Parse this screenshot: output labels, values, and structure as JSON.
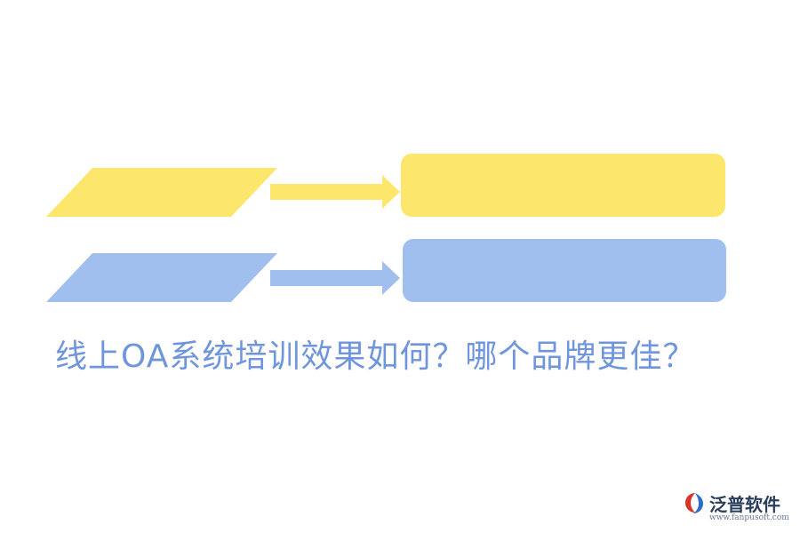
{
  "headline": "线上OA系统培训效果如何？哪个品牌更佳？",
  "colors": {
    "yellow": "#fce76c",
    "blue": "#a1bfee",
    "headline": "#6f95dd"
  },
  "diagram": {
    "rows": [
      {
        "color_key": "yellow",
        "label": "",
        "result": ""
      },
      {
        "color_key": "blue",
        "label": "",
        "result": ""
      }
    ]
  },
  "watermark": {
    "name": "泛普软件",
    "url": "www.fanpusoft.com",
    "icon": "fanpu-logo-icon"
  }
}
